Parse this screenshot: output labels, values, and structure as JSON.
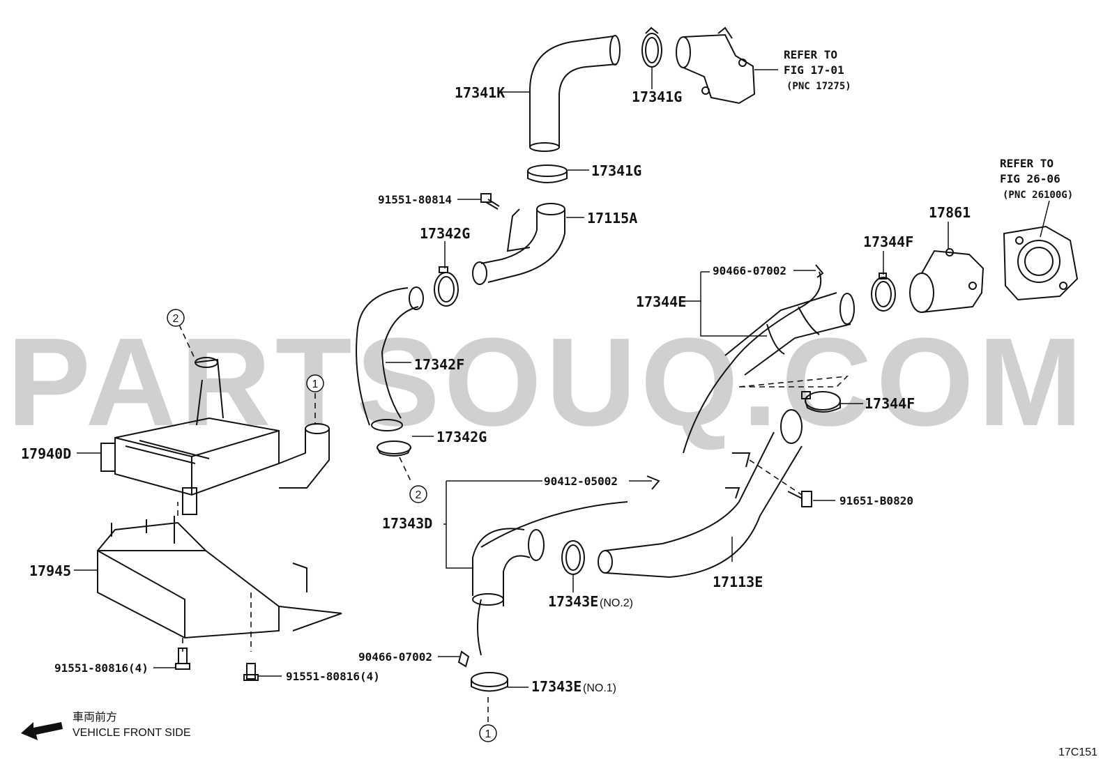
{
  "watermark": "PARTSOUQ.COM",
  "figure_code": "17C151",
  "front_note": {
    "jp": "車両前方",
    "en": "VEHICLE FRONT SIDE"
  },
  "refer_1": {
    "line1": "REFER TO",
    "line2": "FIG 17-01",
    "line3": "(PNC 17275)"
  },
  "refer_2": {
    "line1": "REFER TO",
    "line2": "FIG 26-06",
    "line3": "(PNC 26100G)"
  },
  "labels": {
    "p17341K": "17341K",
    "p17341G_top": "17341G",
    "p17341G_mid": "17341G",
    "p91551_80814": "91551-80814",
    "p17115A": "17115A",
    "p17342G_top": "17342G",
    "p17342F": "17342F",
    "p17342G_bot": "17342G",
    "p17861": "17861",
    "p17344F_top": "17344F",
    "p90466_top": "90466-07002",
    "p17344E": "17344E",
    "p17344F_bot": "17344F",
    "p17940D": "17940D",
    "p90412": "90412-05002",
    "p91651": "91651-B0820",
    "p17343D": "17343D",
    "p17945": "17945",
    "p17343E_no2": "17343E",
    "no2": "(NO.2)",
    "p17113E": "17113E",
    "p91551_80816_a": "91551-80816(4)",
    "p91551_80816_b": "91551-80816(4)",
    "p90466_bot": "90466-07002",
    "p17343E_no1": "17343E",
    "no1": "(NO.1)"
  },
  "circle_refs": {
    "c2_top": "2",
    "c1_top": "1",
    "c2_mid": "2",
    "c1_bot": "1"
  }
}
